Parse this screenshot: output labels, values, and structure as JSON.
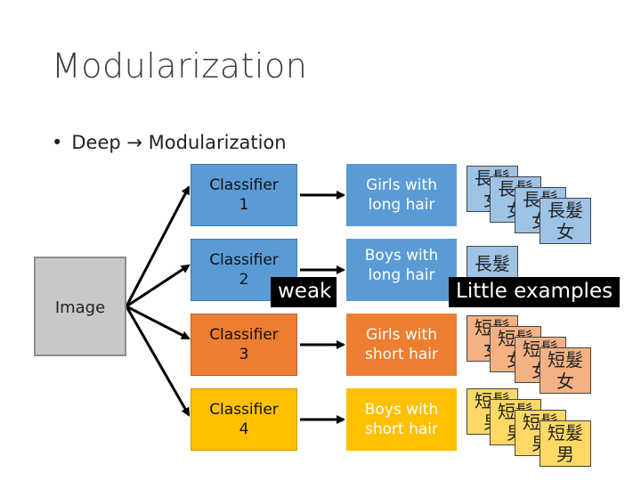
{
  "slide": {
    "title": "Modularization",
    "bullet_marker": "•",
    "bullet_text": "Deep → Modularization"
  },
  "input": {
    "label": "Image"
  },
  "classifiers": [
    {
      "label": "Classifier\n1",
      "color": "#5b9bd5"
    },
    {
      "label": "Classifier\n2",
      "color": "#5b9bd5"
    },
    {
      "label": "Classifier\n3",
      "color": "#ed7d31"
    },
    {
      "label": "Classifier\n4",
      "color": "#ffc000"
    }
  ],
  "categories": [
    {
      "label": "Girls with\nlong hair"
    },
    {
      "label": "Boys with\nlong hair"
    },
    {
      "label": "Girls with\nshort hair"
    },
    {
      "label": "Boys with\nshort hair"
    }
  ],
  "example_cards": {
    "girls_long": {
      "line1": "長髮",
      "line2": "女"
    },
    "boys_long": {
      "line1": "長髮"
    },
    "girls_short": {
      "line1": "短髮",
      "line2": "女"
    },
    "boys_short": {
      "line1": "短髮",
      "line2": "男"
    }
  },
  "annotations": {
    "weak": "weak",
    "little_examples": "Little examples"
  },
  "colors": {
    "blue": "#5b9bd5",
    "orange": "#ed7d31",
    "yellow": "#ffc000",
    "card_blue": "#9dc3e6",
    "card_orange": "#f4b183",
    "card_yellow": "#ffd966"
  }
}
